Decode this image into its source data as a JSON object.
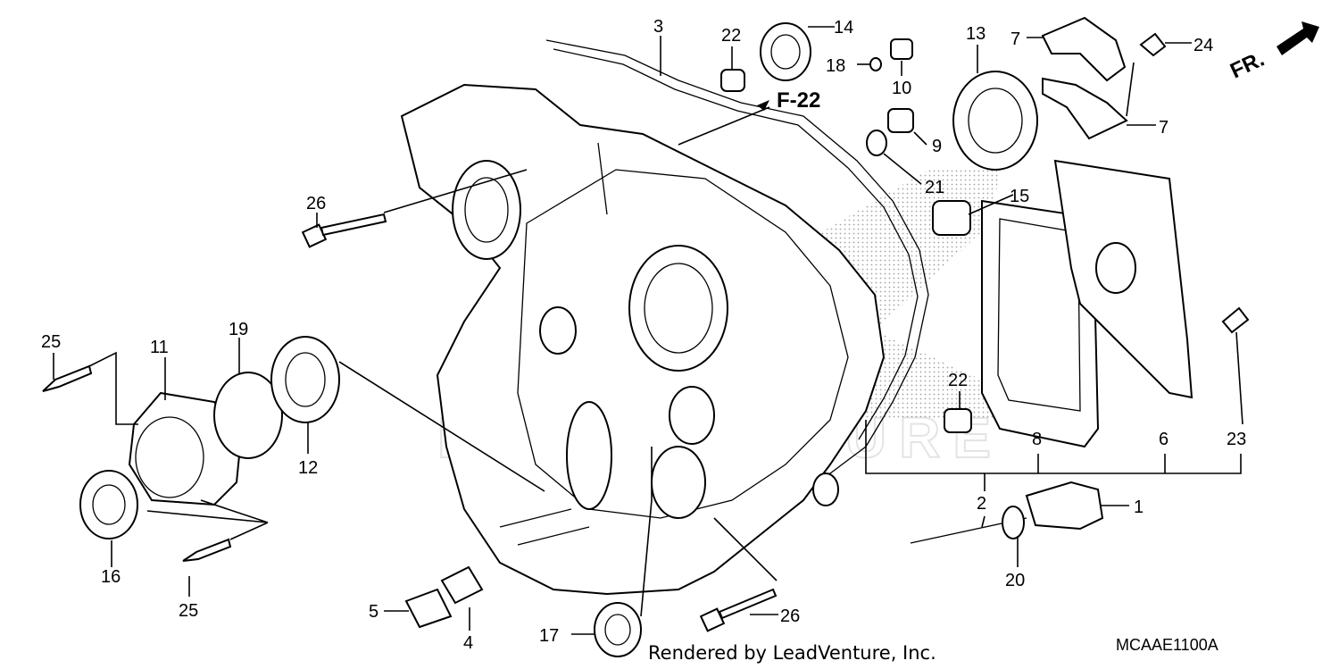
{
  "diagram": {
    "forward_marker": "FR.",
    "reference_marker": "F-22",
    "footer_text": "Rendered by LeadVenture, Inc.",
    "diagram_code": "MCAAE1100A",
    "watermark": "LEADVENTURE",
    "callouts": [
      {
        "id": "c1",
        "text": "1"
      },
      {
        "id": "c2",
        "text": "2"
      },
      {
        "id": "c3",
        "text": "3"
      },
      {
        "id": "c4",
        "text": "4"
      },
      {
        "id": "c5",
        "text": "5"
      },
      {
        "id": "c6",
        "text": "6"
      },
      {
        "id": "c7a",
        "text": "7"
      },
      {
        "id": "c7b",
        "text": "7"
      },
      {
        "id": "c8",
        "text": "8"
      },
      {
        "id": "c9",
        "text": "9"
      },
      {
        "id": "c10",
        "text": "10"
      },
      {
        "id": "c11",
        "text": "11"
      },
      {
        "id": "c12",
        "text": "12"
      },
      {
        "id": "c13",
        "text": "13"
      },
      {
        "id": "c14",
        "text": "14"
      },
      {
        "id": "c15",
        "text": "15"
      },
      {
        "id": "c16",
        "text": "16"
      },
      {
        "id": "c17",
        "text": "17"
      },
      {
        "id": "c18",
        "text": "18"
      },
      {
        "id": "c19",
        "text": "19"
      },
      {
        "id": "c20",
        "text": "20"
      },
      {
        "id": "c21",
        "text": "21"
      },
      {
        "id": "c22a",
        "text": "22"
      },
      {
        "id": "c22b",
        "text": "22"
      },
      {
        "id": "c23",
        "text": "23"
      },
      {
        "id": "c24",
        "text": "24"
      },
      {
        "id": "c25a",
        "text": "25"
      },
      {
        "id": "c25b",
        "text": "25"
      },
      {
        "id": "c26a",
        "text": "26"
      },
      {
        "id": "c26b",
        "text": "26"
      }
    ]
  }
}
